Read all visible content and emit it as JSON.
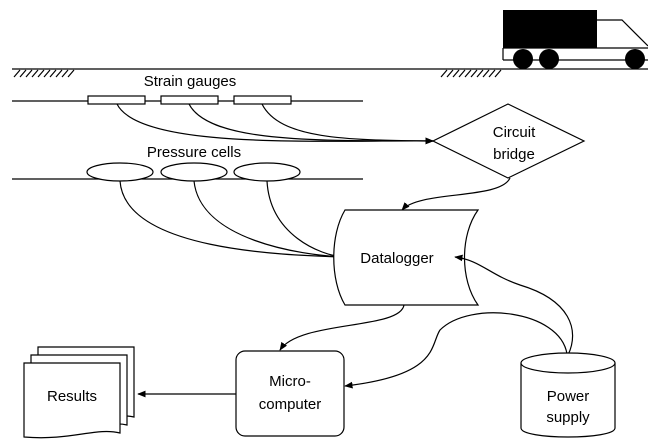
{
  "labels": {
    "strain_gauges": "Strain gauges",
    "pressure_cells": "Pressure cells",
    "circuit_bridge_1": "Circuit",
    "circuit_bridge_2": "bridge",
    "datalogger": "Datalogger",
    "microcomputer_1": "Micro-",
    "microcomputer_2": "computer",
    "results": "Results",
    "power_supply_1": "Power",
    "power_supply_2": "supply"
  }
}
